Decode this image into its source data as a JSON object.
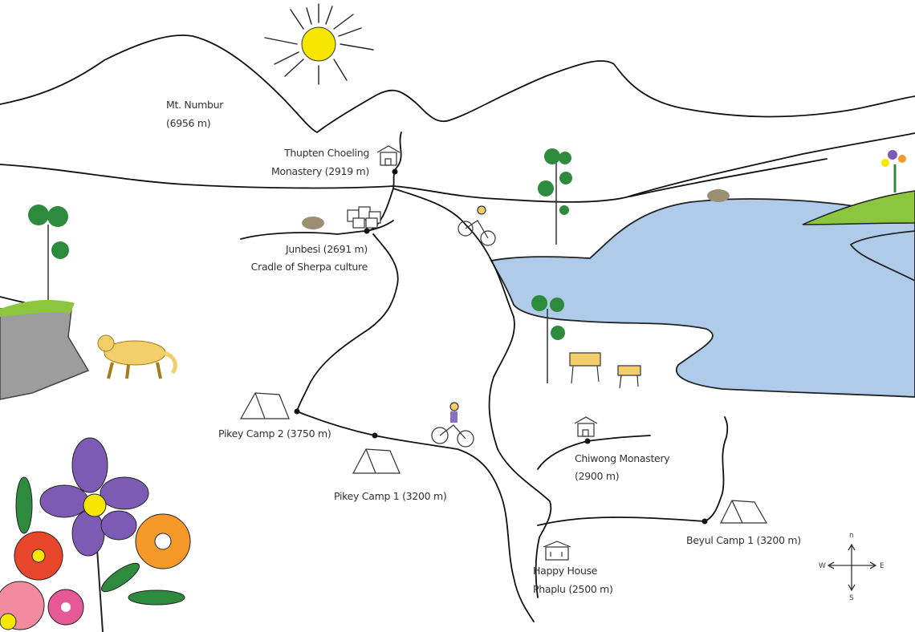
{
  "labels": {
    "numbur_name": "Mt. Numbur",
    "numbur_alt": "(6956 m)",
    "thupten_name": "Thupten Choeling",
    "thupten_alt": "Monastery (2919 m)",
    "junbesi_name": "Junbesi (2691 m)",
    "junbesi_desc": "Cradle of Sherpa culture",
    "pikey2": "Pikey Camp 2 (3750 m)",
    "pikey1": "Pikey Camp 1 (3200 m)",
    "chiwong_name": "Chiwong Monastery",
    "chiwong_alt": "(2900 m)",
    "beyul": "Beyul Camp 1 (3200 m)",
    "happy_name": "Happy House",
    "happy_alt": "Phaplu (2500 m)"
  },
  "compass": {
    "n": "n",
    "e": "E",
    "s": "S",
    "w": "W"
  },
  "colors": {
    "lake": "#aecbea",
    "sun": "#f7e600",
    "grass": "#8cc63f",
    "tree": "#2e8b3e",
    "leopard": "#f3cf6a"
  }
}
